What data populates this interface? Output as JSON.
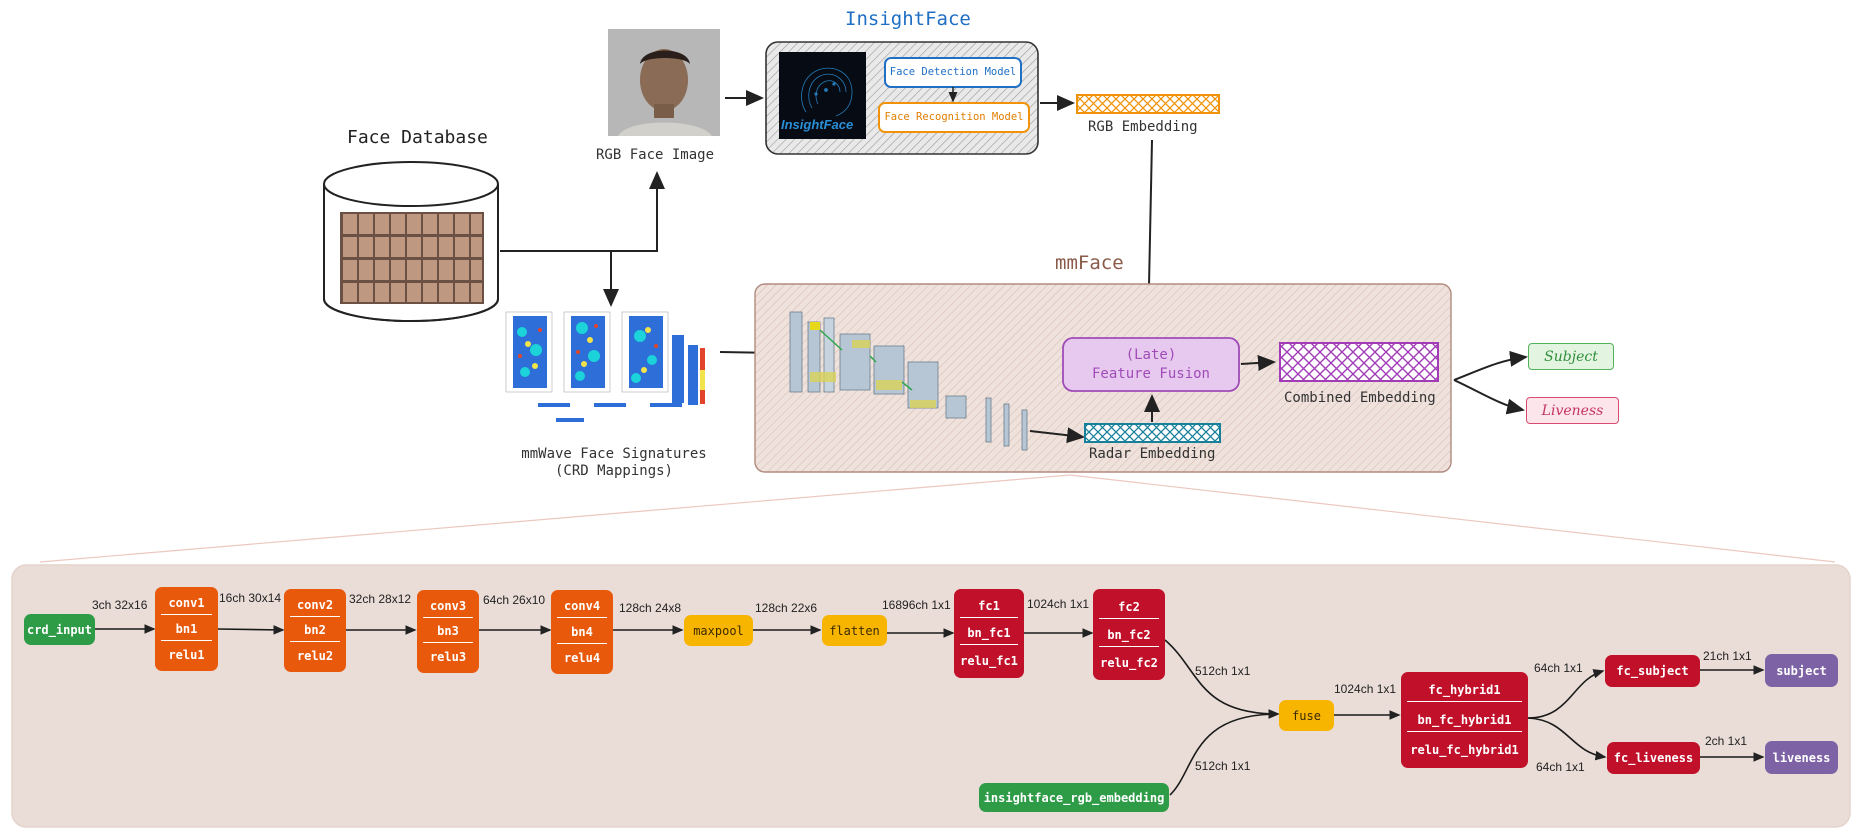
{
  "top": {
    "insightface_title": "InsightFace",
    "insightface_logo_text": "InsightFace",
    "face_detection_model": "Face Detection Model",
    "face_recognition_model": "Face Recognition Model",
    "rgb_embedding": "RGB Embedding",
    "rgb_face_image": "RGB Face Image",
    "face_database": "Face Database",
    "mmwave_line1": "mmWave Face Signatures",
    "mmwave_line2": "(CRD Mappings)",
    "mmface_title": "mmFace",
    "fusion_line1": "(Late)",
    "fusion_line2": "Feature Fusion",
    "combined_embedding": "Combined Embedding",
    "radar_embedding": "Radar Embedding",
    "subject": "Subject",
    "liveness": "Liveness"
  },
  "network": {
    "crd_input": "crd_input",
    "conv1": [
      "conv1",
      "bn1",
      "relu1"
    ],
    "conv2": [
      "conv2",
      "bn2",
      "relu2"
    ],
    "conv3": [
      "conv3",
      "bn3",
      "relu3"
    ],
    "conv4": [
      "conv4",
      "bn4",
      "relu4"
    ],
    "maxpool": "maxpool",
    "flatten": "flatten",
    "fc1": [
      "fc1",
      "bn_fc1",
      "relu_fc1"
    ],
    "fc2": [
      "fc2",
      "bn_fc2",
      "relu_fc2"
    ],
    "fuse": "fuse",
    "insightface_rgb_embedding": "insightface_rgb_embedding",
    "fc_hybrid1": [
      "fc_hybrid1",
      "bn_fc_hybrid1",
      "relu_fc_hybrid1"
    ],
    "fc_subject": "fc_subject",
    "fc_liveness": "fc_liveness",
    "subject": "subject",
    "liveness": "liveness",
    "edges": {
      "e1": "3ch 32x16",
      "e2": "16ch 30x14",
      "e3": "32ch 28x12",
      "e4": "64ch 26x10",
      "e5": "128ch 24x8",
      "e6": "128ch 22x6",
      "e7": "16896ch 1x1",
      "e8": "1024ch 1x1",
      "e9": "512ch 1x1",
      "e10": "512ch 1x1",
      "e11": "1024ch 1x1",
      "e12": "64ch 1x1",
      "e13": "64ch 1x1",
      "e14": "21ch 1x1",
      "e15": "2ch 1x1"
    }
  },
  "colors": {
    "green": "#2e9b47",
    "orange": "#e8590c",
    "amber": "#f8b500",
    "red": "#c0102a",
    "purple": "#7d63a6",
    "panel": "#eaddd7",
    "insight_blue": "#1f6fc4"
  }
}
